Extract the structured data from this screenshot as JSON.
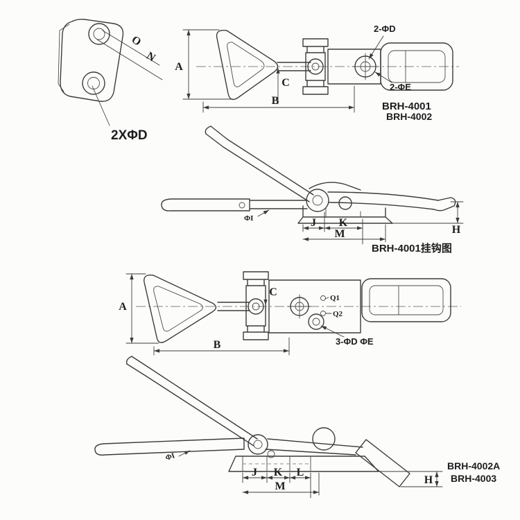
{
  "drawing": {
    "background": "#fcfcfb",
    "line_color": "#3b3b3b"
  },
  "views": {
    "bracket_detail": {
      "dim_o": "O",
      "dim_n": "N",
      "callout_holes": "2XΦD"
    },
    "top_view_4001": {
      "dim_a": "A",
      "dim_b": "B",
      "dim_c": "C",
      "callout_d": "2-ΦD",
      "callout_e": "2-ΦE",
      "model_line1": "BRH-4001",
      "model_line2": "BRH-4002"
    },
    "side_view_4001": {
      "dim_phi_i": "ΦI",
      "dim_j": "J",
      "dim_k": "K",
      "dim_m": "M",
      "dim_h": "H",
      "caption": "BRH-4001挂钩图"
    },
    "top_view_4002a": {
      "dim_a": "A",
      "dim_b": "B",
      "dim_c": "C",
      "dim_q1": "Q1",
      "dim_q2": "Q2",
      "callout_holes": "3-ΦD ΦE"
    },
    "side_view_4002a": {
      "dim_phi_i": "ΦI",
      "dim_j": "J",
      "dim_k": "K",
      "dim_l": "L",
      "dim_m": "M",
      "dim_h": "H",
      "model_line1": "BRH-4002A",
      "model_line2": "BRH-4003"
    }
  }
}
